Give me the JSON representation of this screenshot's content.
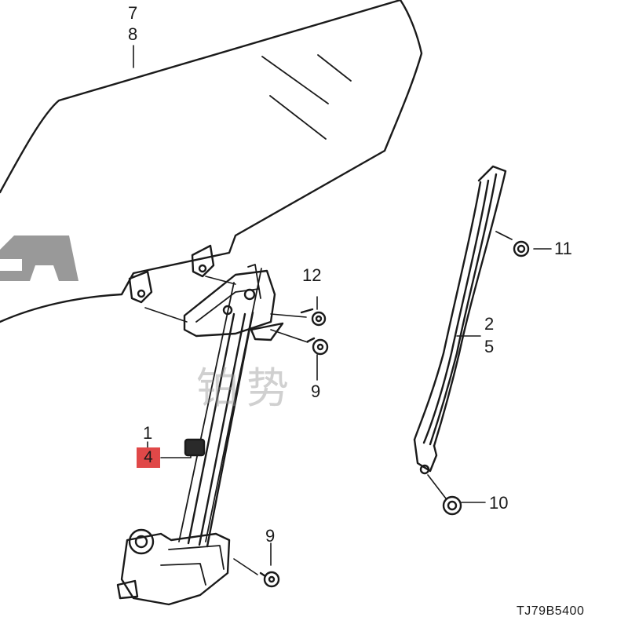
{
  "callouts": {
    "glass_top": "7",
    "glass_bottom": "8",
    "bolt_12": "12",
    "bolt_9_upper": "9",
    "regulator_top": "1",
    "regulator_bottom": "4",
    "channel_top": "2",
    "channel_bottom": "5",
    "nut_11": "11",
    "nut_10": "10",
    "bolt_9_lower": "9"
  },
  "diagram_code": "TJ79B5400",
  "watermark": "铂势",
  "colors": {
    "line": "#1a1a1a",
    "highlight": "#e04848"
  }
}
